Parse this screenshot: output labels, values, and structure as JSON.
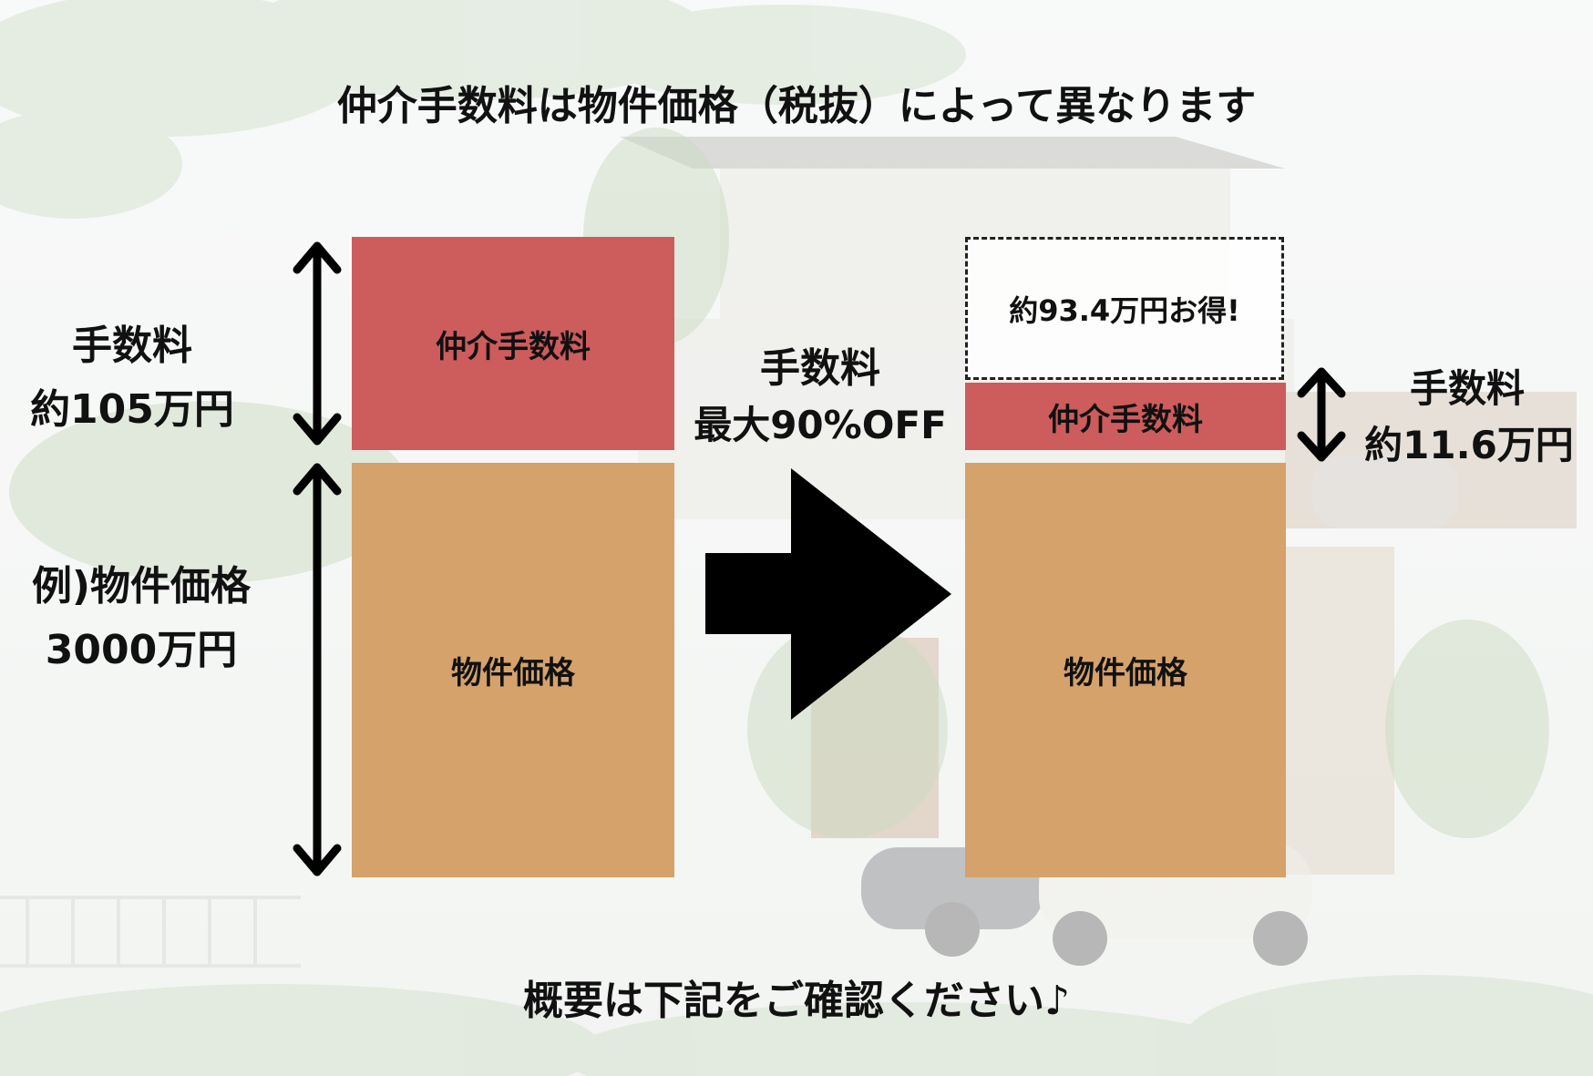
{
  "title": "仲介手数料は物件価格（税抜）によって異なります",
  "left": {
    "fee_heading": "手数料",
    "fee_amount": "約105万円",
    "price_heading": "例)物件価格",
    "price_amount": "3000万円",
    "fee_box_label": "仲介手数料",
    "price_box_label": "物件価格"
  },
  "middle": {
    "heading": "手数料",
    "subheading": "最大90%OFF"
  },
  "right": {
    "savings_label": "約93.4万円お得!",
    "fee_box_label": "仲介手数料",
    "price_box_label": "物件価格",
    "fee_heading": "手数料",
    "fee_amount": "約11.6万円"
  },
  "footer": "概要は下記をご確認ください♪",
  "colors": {
    "fee_box": "#cd5c5c",
    "price_box": "#d4a26a",
    "arrow": "#000000",
    "text": "#111111"
  },
  "icons": [
    "double-arrow-vertical-icon",
    "right-arrow-icon"
  ]
}
